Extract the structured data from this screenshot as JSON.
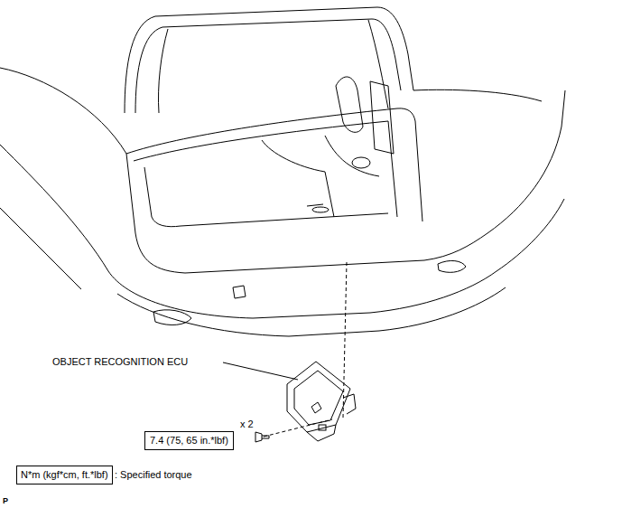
{
  "diagram": {
    "nodes": [
      {
        "text": [
          "7.4 (75, 65 in.*lbf)"
        ]
      },
      {
        "text": [
          "N*m (kgf*cm, ft.*lbf)"
        ]
      }
    ],
    "labels": [
      "OBJECT RECOGNITION ECU",
      "x 2",
      ": Specified torque",
      "P"
    ]
  }
}
